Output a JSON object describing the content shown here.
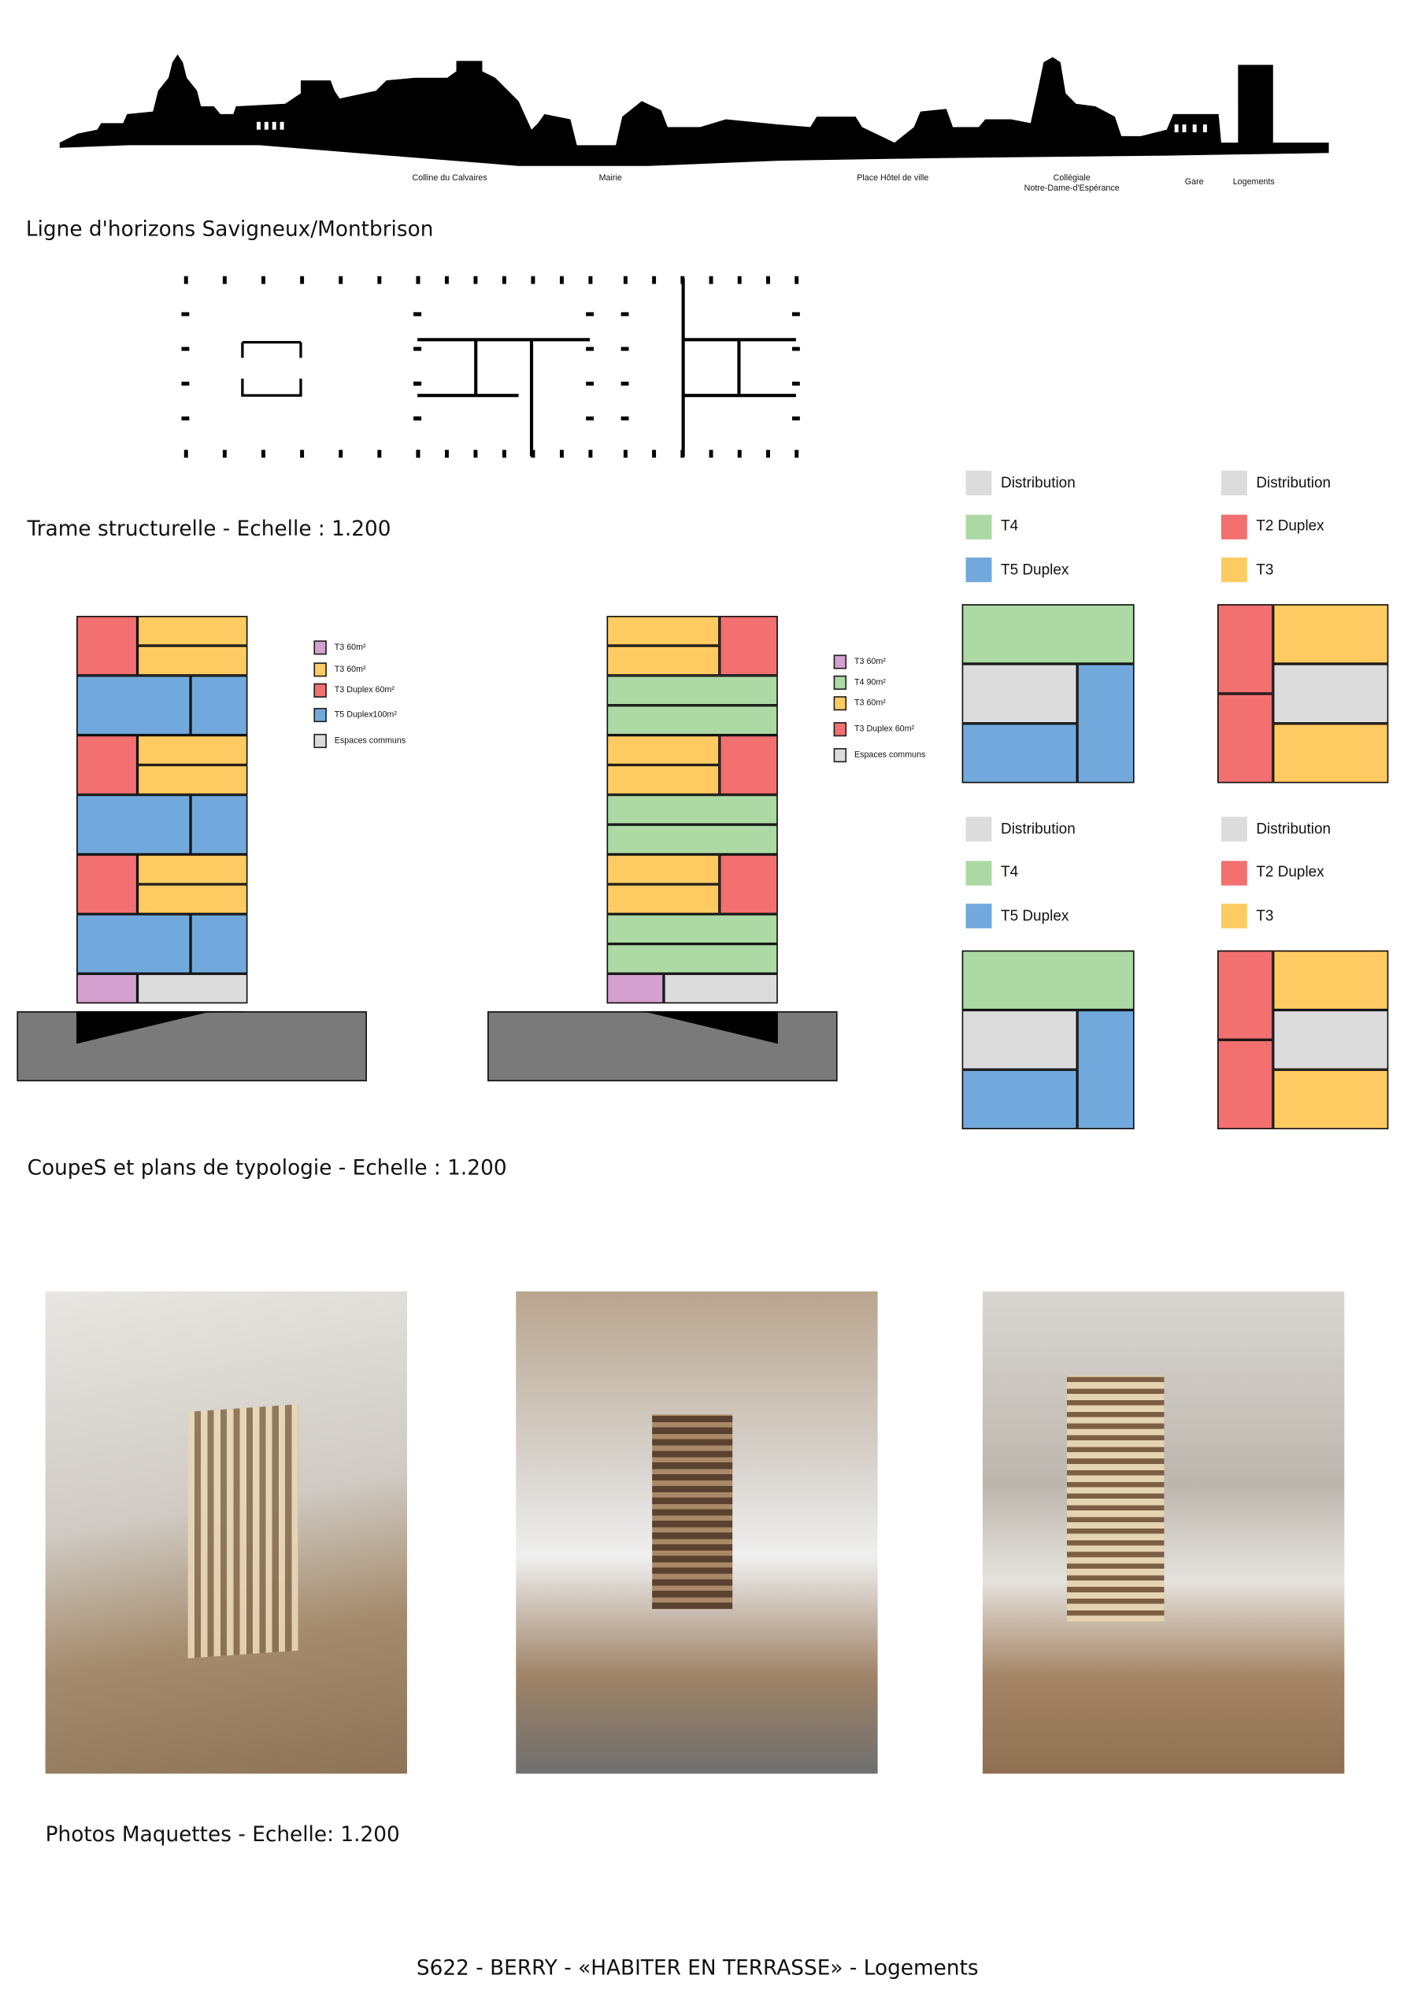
{
  "skyline": {
    "labels": [
      "Colline du Calvaires",
      "Mairie",
      "Place Hôtel de ville",
      "Collégiale\nNotre-Dame-d'Espérance",
      "Gare",
      "Logements"
    ],
    "title": "Ligne d'horizons Savigneux/Montbrison"
  },
  "structure": {
    "title": "Trame structurelle - Echelle : 1.200"
  },
  "sections": {
    "legend_left": [
      "T3 60m²",
      "T3 60m²",
      "T3 Duplex 60m²",
      "T5 Duplex100m²",
      "Espaces communs"
    ],
    "legend_right": [
      "T3 60m²",
      "T4 90m²",
      "T3 60m²",
      "T3 Duplex 60m²",
      "Espaces communs"
    ],
    "title": "CoupeS et plans de typologie - Echelle : 1.200"
  },
  "plans": {
    "a_legend": [
      "Distribution",
      "T4",
      "T5 Duplex"
    ],
    "b_legend": [
      "Distribution",
      "T2 Duplex",
      "T3"
    ],
    "c_legend": [
      "Distribution",
      "T4",
      "T5 Duplex"
    ],
    "d_legend": [
      "Distribution",
      "T2 Duplex",
      "T3"
    ]
  },
  "photos": {
    "title": "Photos Maquettes -  Echelle: 1.200"
  },
  "footer": "S622  - BERRY - «HABITER EN TERRASSE» - Logements",
  "colors": {
    "pink": "#d4a0d0",
    "yellow": "#fecb62",
    "red": "#f27070",
    "blue": "#72a9dc",
    "green": "#acd9a4",
    "grey": "#dcdcdc",
    "base": "#7a7a7a"
  }
}
